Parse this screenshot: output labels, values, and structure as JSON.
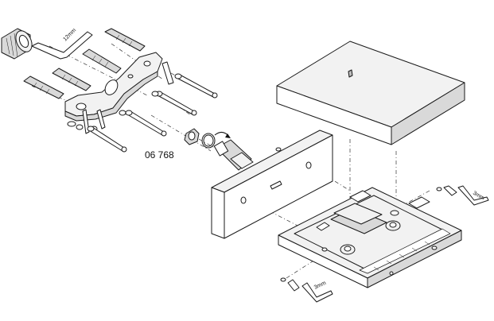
{
  "part_number": "06 768",
  "wrench_labels": {
    "top_left": "12mm",
    "right": "3mm",
    "bottom": "3mm"
  }
}
